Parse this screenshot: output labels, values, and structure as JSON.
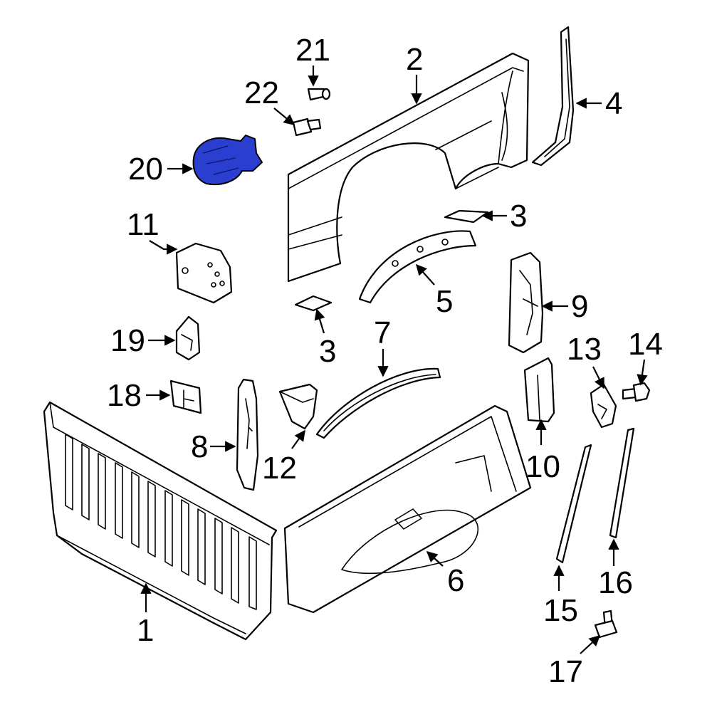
{
  "diagram": {
    "highlight_color": "#2a3fd0",
    "line_color": "#000000",
    "background": "#ffffff",
    "callouts": [
      {
        "id": "c1",
        "text": "1"
      },
      {
        "id": "c2",
        "text": "2"
      },
      {
        "id": "c3a",
        "text": "3"
      },
      {
        "id": "c3b",
        "text": "3"
      },
      {
        "id": "c4",
        "text": "4"
      },
      {
        "id": "c5",
        "text": "5"
      },
      {
        "id": "c6",
        "text": "6"
      },
      {
        "id": "c7",
        "text": "7"
      },
      {
        "id": "c8",
        "text": "8"
      },
      {
        "id": "c9",
        "text": "9"
      },
      {
        "id": "c10",
        "text": "10"
      },
      {
        "id": "c11",
        "text": "11"
      },
      {
        "id": "c12",
        "text": "12"
      },
      {
        "id": "c13",
        "text": "13"
      },
      {
        "id": "c14",
        "text": "14"
      },
      {
        "id": "c15",
        "text": "15"
      },
      {
        "id": "c16",
        "text": "16"
      },
      {
        "id": "c17",
        "text": "17"
      },
      {
        "id": "c18",
        "text": "18"
      },
      {
        "id": "c19",
        "text": "19"
      },
      {
        "id": "c20",
        "text": "20"
      },
      {
        "id": "c21",
        "text": "21"
      },
      {
        "id": "c22",
        "text": "22"
      }
    ]
  }
}
